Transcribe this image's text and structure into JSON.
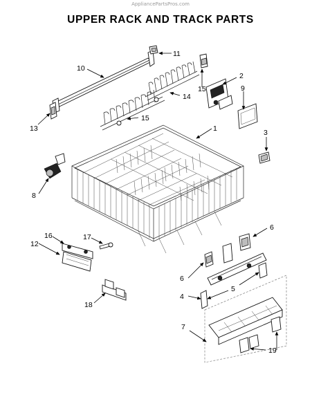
{
  "watermark": "AppliancePartsPros.com",
  "title": "UPPER RACK AND TRACK PARTS",
  "callouts": [
    "1",
    "2",
    "3",
    "4",
    "5",
    "6",
    "6",
    "7",
    "8",
    "9",
    "10",
    "11",
    "12",
    "13",
    "14",
    "15",
    "15",
    "16",
    "17",
    "18",
    "19"
  ]
}
